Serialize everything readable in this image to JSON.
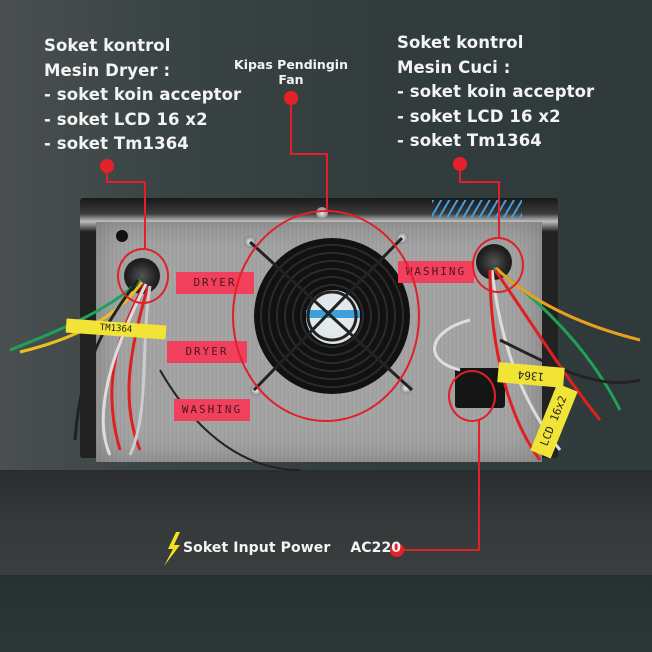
{
  "image": {
    "subject": "washing/dryer controller box rear panel",
    "accent_color": "#e0202a"
  },
  "annotations": {
    "dryer": {
      "title": "Soket kontrol",
      "subtitle": "Mesin Dryer :",
      "items": [
        "- soket koin acceptor",
        "- soket LCD 16 x2",
        "- soket Tm1364"
      ]
    },
    "washer": {
      "title": "Soket kontrol",
      "subtitle": "Mesin Cuci :",
      "items": [
        "- soket koin acceptor",
        "- soket LCD 16 x2",
        "- soket Tm1364"
      ]
    },
    "fan": {
      "line1": "Kipas Pendingin",
      "line2": "Fan"
    },
    "power": {
      "icon": "lightning-icon",
      "label": "Soket Input Power",
      "value": "AC220"
    }
  },
  "device_labels": {
    "dryer_top": "DRYER",
    "dryer_mid": "DRYER",
    "washing_bottom": "WASHING",
    "washing_right": "WASHING",
    "tag_left": "TM1364",
    "tag_right_1": "1364",
    "tag_right_2": "LCD 16x2"
  }
}
